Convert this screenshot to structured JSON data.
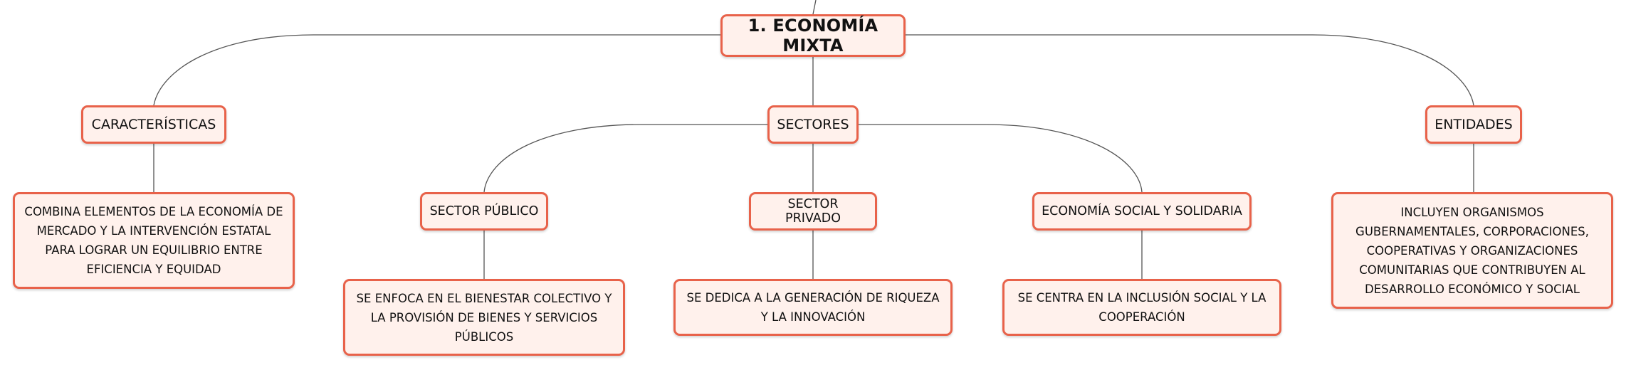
{
  "colors": {
    "node_fill": "#fff1ec",
    "node_border": "#e8624a",
    "connector": "#555555"
  },
  "root": {
    "label": "1. ECONOMÍA MIXTA"
  },
  "topics": {
    "caracteristicas": {
      "label": "CARACTERÍSTICAS",
      "description": "COMBINA ELEMENTOS DE LA ECONOMÍA DE MERCADO Y LA INTERVENCIÓN ESTATAL PARA LOGRAR UN EQUILIBRIO ENTRE EFICIENCIA Y EQUIDAD"
    },
    "sectores": {
      "label": "SECTORES",
      "publico": {
        "label": "SECTOR PÚBLICO",
        "description": "SE ENFOCA EN EL BIENESTAR COLECTIVO Y LA PROVISIÓN DE BIENES Y SERVICIOS PÚBLICOS"
      },
      "privado": {
        "label": "SECTOR PRIVADO",
        "description": "SE DEDICA A LA GENERACIÓN DE RIQUEZA Y LA INNOVACIÓN"
      },
      "social": {
        "label": "ECONOMÍA SOCIAL Y SOLIDARIA",
        "description": "SE CENTRA EN LA INCLUSIÓN SOCIAL Y LA COOPERACIÓN"
      }
    },
    "entidades": {
      "label": "ENTIDADES",
      "description": "INCLUYEN ORGANISMOS GUBERNAMENTALES, CORPORACIONES, COOPERATIVAS Y ORGANIZACIONES COMUNITARIAS QUE CONTRIBUYEN AL DESARROLLO ECONÓMICO Y SOCIAL"
    }
  }
}
